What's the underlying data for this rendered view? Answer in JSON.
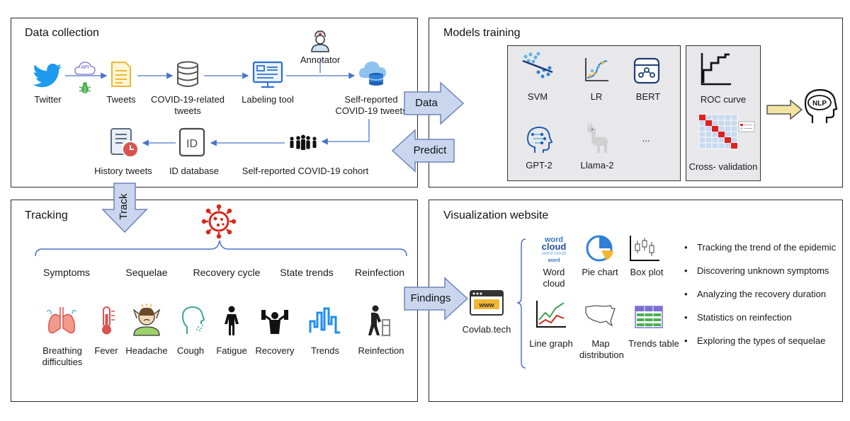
{
  "data_collection": {
    "title": "Data collection",
    "twitter": "Twitter",
    "api": "API",
    "tweets": "Tweets",
    "covid_tweets": "COVID-19-related tweets",
    "labeling_tool": "Labeling tool",
    "annotator": "Annotator",
    "self_reported_tweets": "Self-reported COVID-19 tweets",
    "history_tweets": "History tweets",
    "id_database": "ID database",
    "id_icon": "ID",
    "cohort": "Self-reported COVID-19 cohort"
  },
  "arrows": {
    "data": "Data",
    "predict": "Predict",
    "track": "Track",
    "findings": "Findings",
    "nlp": "NLP"
  },
  "models_training": {
    "title": "Models training",
    "models": [
      "SVM",
      "LR",
      "BERT",
      "GPT-2",
      "Llama-2",
      "..."
    ],
    "roc_curve": "ROC curve",
    "cross_validation": "Cross- validation"
  },
  "tracking": {
    "title": "Tracking",
    "categories": [
      "Symptoms",
      "Sequelae",
      "Recovery cycle",
      "State trends",
      "Reinfection"
    ],
    "items": [
      "Breathing difficulties",
      "Fever",
      "Headache",
      "Cough",
      "Fatigue",
      "Recovery",
      "Trends",
      "Reinfection"
    ]
  },
  "visualization": {
    "title": "Visualization website",
    "site": "Covlab.tech",
    "www": "www",
    "word_cloud_words": [
      "word",
      "cloud",
      "word cloud",
      "word"
    ],
    "charts": [
      "Word cloud",
      "Pie chart",
      "Box plot",
      "Line graph",
      "Map distribution",
      "Trends table"
    ],
    "bullets": [
      "Tracking the trend of the epidemic",
      "Discovering unknown symptoms",
      "Analyzing the recovery duration",
      "Statistics on reinfection",
      "Exploring the types of sequelae"
    ]
  },
  "colors": {
    "arrow_fill": "#c9d6ee",
    "arrow_stroke": "#6d86b8",
    "flow_line": "#4a73c9",
    "twitter_blue": "#1d9bf0",
    "red": "#d42a1f",
    "gray_box": "#e8e8ea",
    "yellow_arrow": "#f3e5a1"
  }
}
